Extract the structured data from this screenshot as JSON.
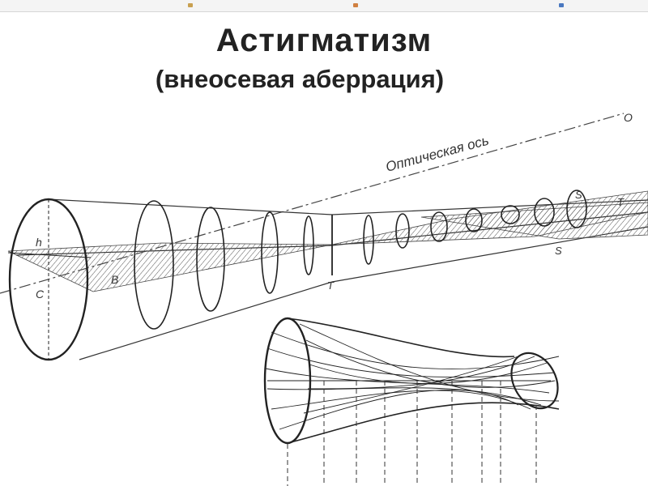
{
  "title": "Астигматизм",
  "subtitle": "(внеосевая аберрация)",
  "labels": {
    "optical_axis": "Оптическая ось",
    "o": "O",
    "h": "h",
    "c": "C",
    "b": "B",
    "t_mid": "T",
    "s_top": "S",
    "t_right": "T",
    "s_bottom": "S"
  }
}
